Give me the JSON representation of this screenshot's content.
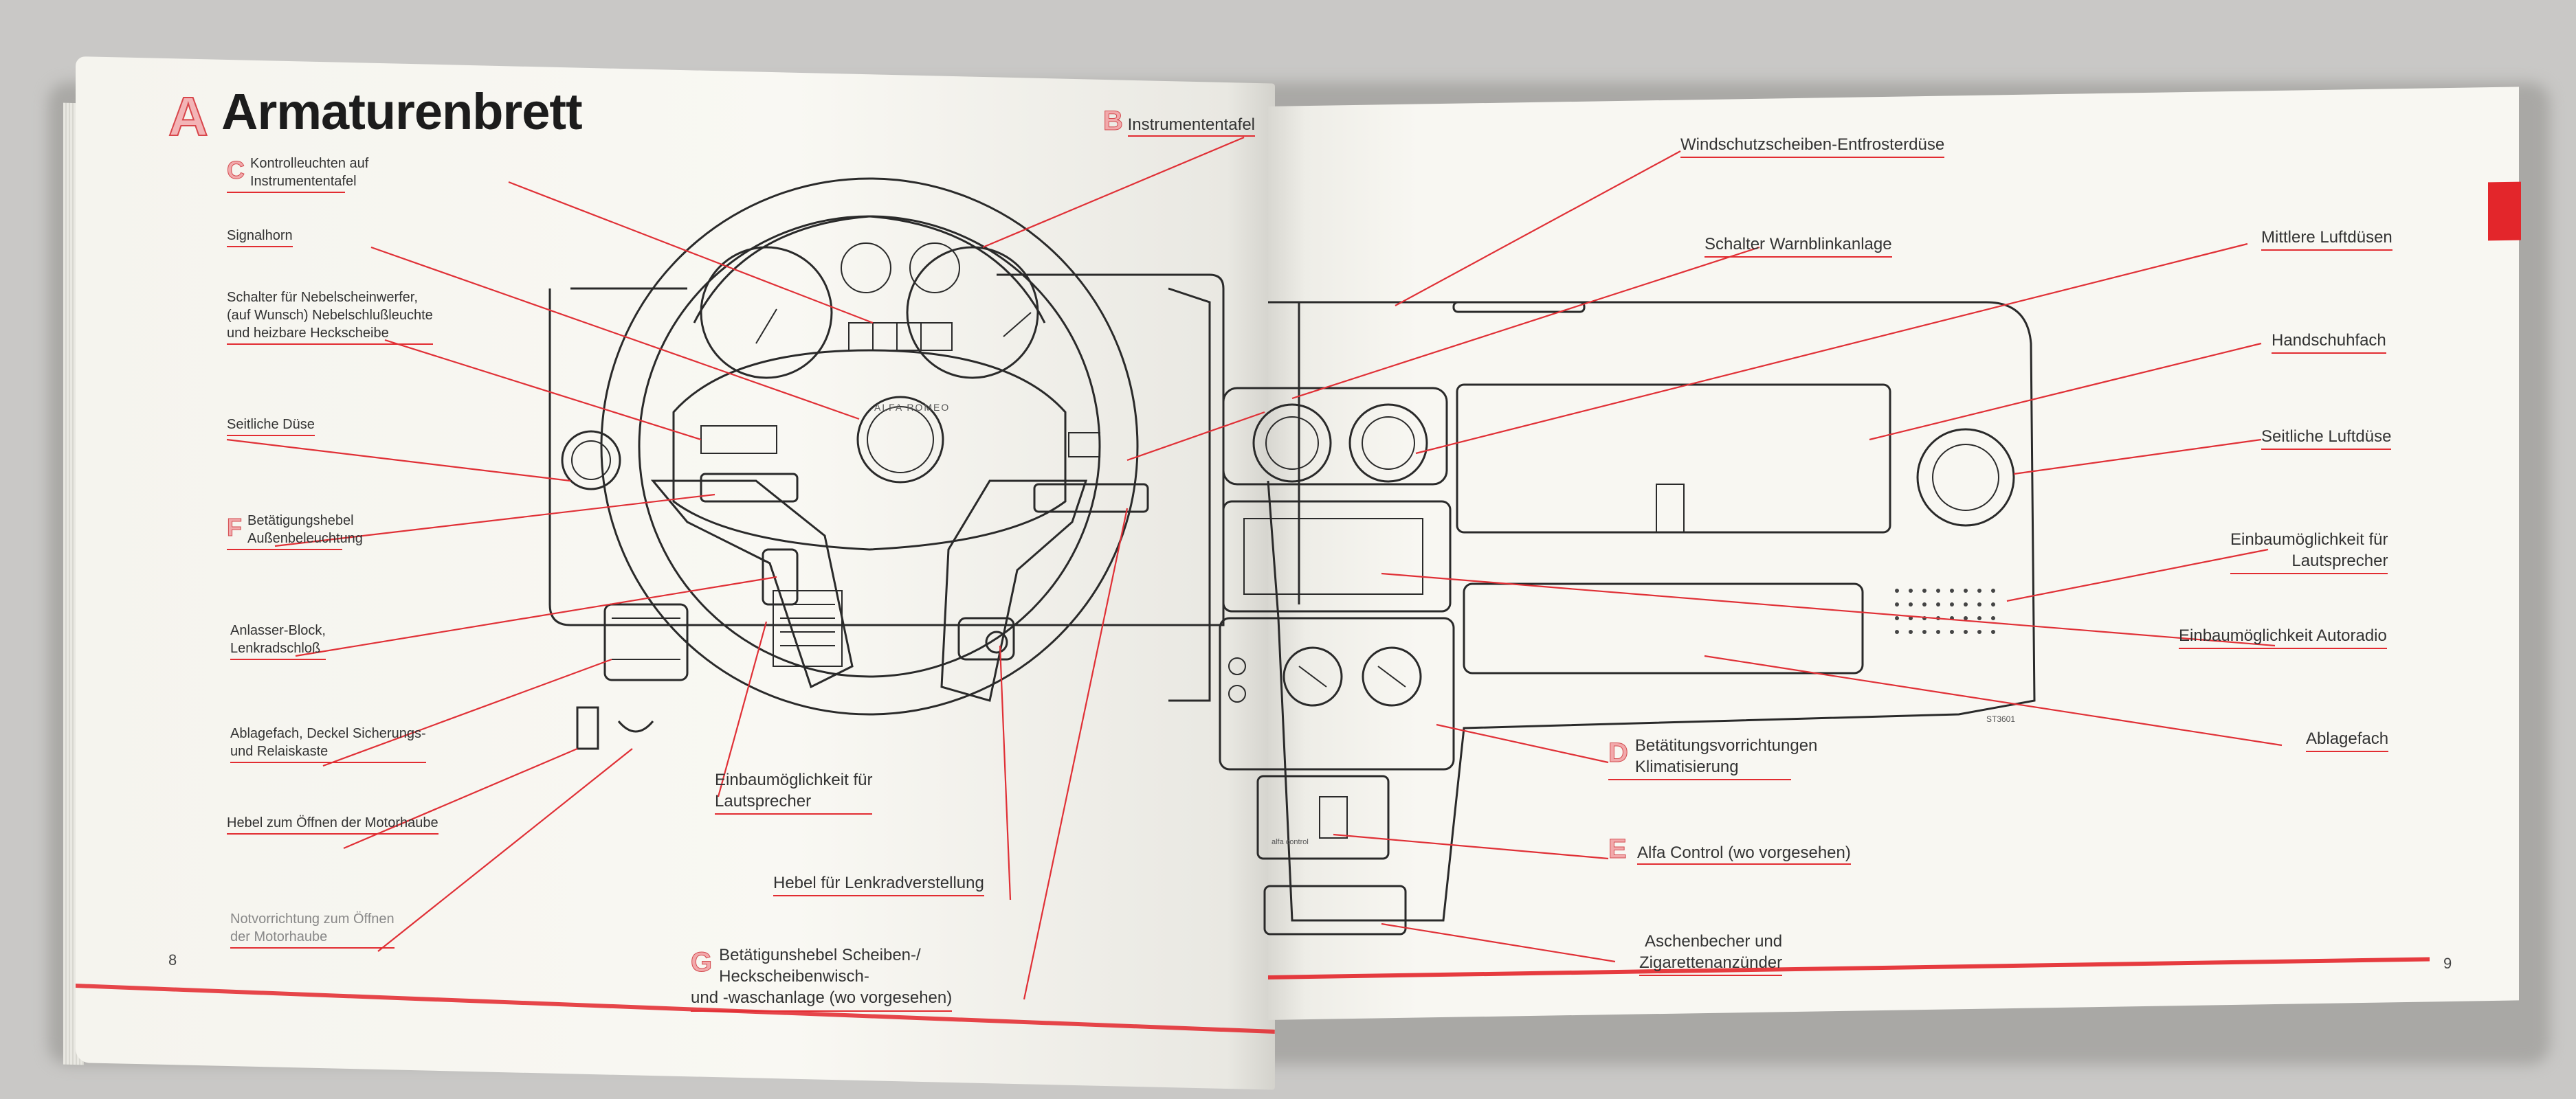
{
  "left_page": {
    "section_letter": "A",
    "title": "Armaturenbrett",
    "page_number": "8",
    "labels": {
      "B": {
        "letter": "B",
        "text": "Instrumententafel"
      },
      "C": {
        "letter": "C",
        "line1": "Kontrolleuchten auf",
        "line2": "Instrumententafel"
      },
      "signalhorn": "Signalhorn",
      "nebel": {
        "line1": "Schalter für Nebelscheinwerfer,",
        "line2": "(auf Wunsch) Nebelschlußleuchte",
        "line3": "und heizbare Heckscheibe"
      },
      "seitliche_duese": "Seitliche Düse",
      "F": {
        "letter": "F",
        "line1": "Betätigungshebel",
        "line2": "Außenbeleuchtung"
      },
      "anlasser": {
        "line1": "Anlasser-Block,",
        "line2": "Lenkradschloß"
      },
      "ablagefach": {
        "line1": "Ablagefach, Deckel Sicherungs-",
        "line2": "und Relaiskaste"
      },
      "hebel_motorhaube": "Hebel zum Öffnen der Motorhaube",
      "notvorrichtung": {
        "line1": "Notvorrichtung zum Öffnen",
        "line2": "der Motorhaube"
      },
      "lautsprecher": {
        "line1": "Einbaumöglichkeit für",
        "line2": "Lautsprecher"
      },
      "lenkrad": "Hebel für Lenkradverstellung",
      "G": {
        "letter": "G",
        "line1": "Betätigunshebel Scheiben-/",
        "line2": "Heckscheibenwisch-",
        "line3": "und -waschanlage (wo vorgesehen)"
      }
    },
    "logo_text": "ALFA ROMEO"
  },
  "right_page": {
    "page_number": "9",
    "labels": {
      "windschutz": "Windschutzscheiben-Entfrosterdüse",
      "warnblink": "Schalter Warnblinkanlage",
      "mittlere": "Mittlere Luftdüsen",
      "handschuhfach": "Handschuhfach",
      "seitliche_luft": "Seitliche Luftdüse",
      "lautsprecher_r": {
        "line1": "Einbaumöglichkeit für",
        "line2": "Lautsprecher"
      },
      "autoradio": "Einbaumöglichkeit Autoradio",
      "ablagefach_r": "Ablagefach",
      "D": {
        "letter": "D",
        "line1": "Betätitungsvorrichtungen",
        "line2": "Klimatisierung"
      },
      "E": {
        "letter": "E",
        "text": "Alfa Control (wo vorgesehen)"
      },
      "aschenbecher": {
        "line1": "Aschenbecher und",
        "line2": "Zigarettenanzünder"
      }
    },
    "figure_code": "ST3601",
    "panel_label": "alfa control"
  },
  "colors": {
    "accent_red": "#e3262b",
    "ink": "#2a2a2a",
    "paper": "#f7f6f0"
  }
}
